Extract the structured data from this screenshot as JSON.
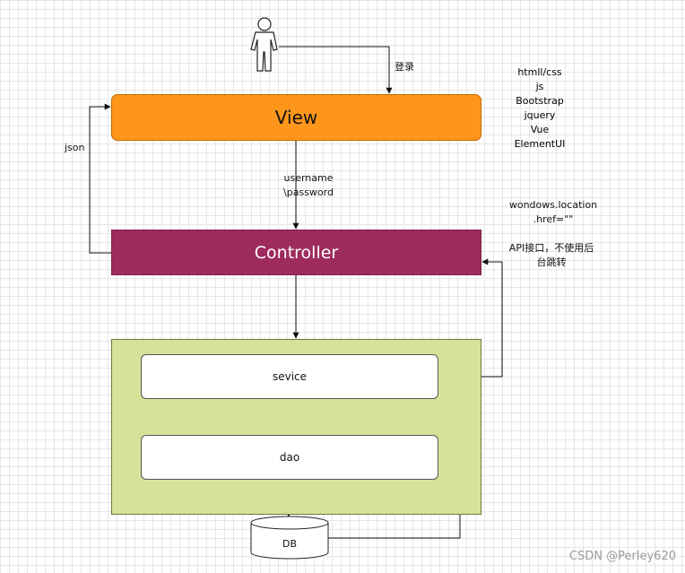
{
  "view": {
    "label": "View"
  },
  "controller": {
    "label": "Controller"
  },
  "service": {
    "label": "sevice"
  },
  "dao": {
    "label": "dao"
  },
  "db": {
    "label": "DB"
  },
  "labels": {
    "login": "登录",
    "json": "json",
    "username": "username",
    "password": "\\password",
    "location_line1": "wondows.location",
    "location_line2": ".href=\"\"",
    "api_line1": "API接口，不使用后",
    "api_line2": "台跳转"
  },
  "tech_stack": [
    "htmll/css",
    "js",
    "Bootstrap",
    "jquery",
    "Vue",
    "ElementUI"
  ],
  "watermark": "CSDN @Perley620",
  "colors": {
    "view": "#ff961c",
    "controller": "#9e2b5d",
    "container": "#d5e39a",
    "inner_box": "#ffffff"
  }
}
